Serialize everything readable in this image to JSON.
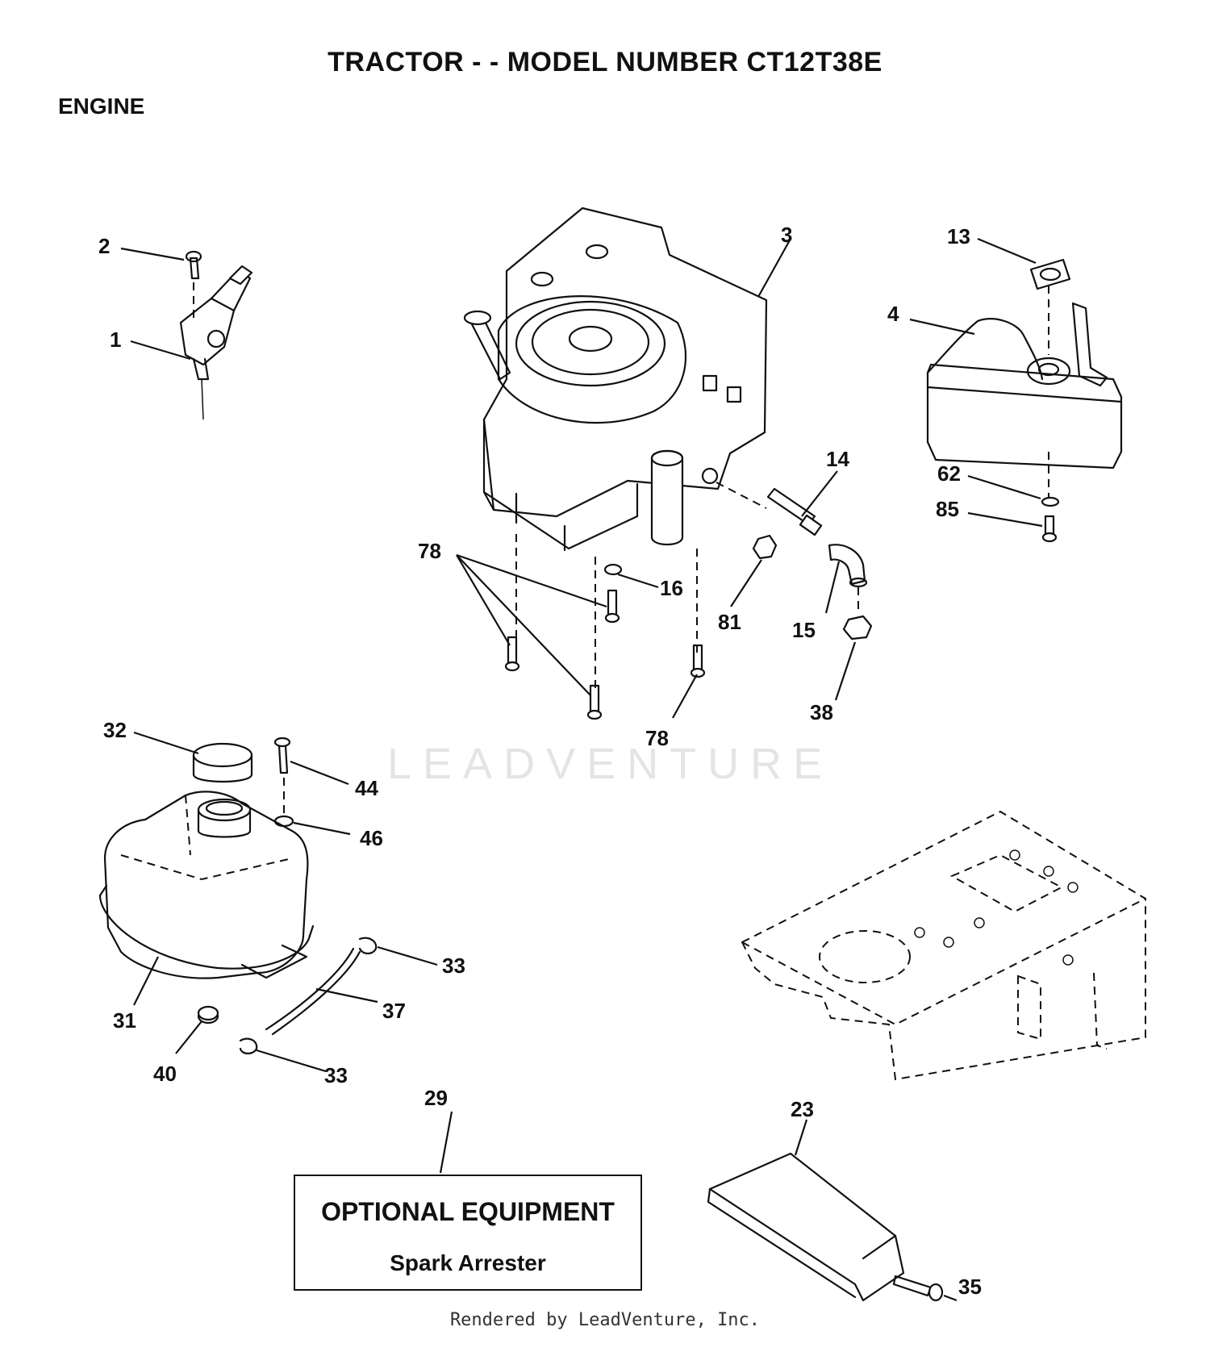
{
  "title": "TRACTOR - - MODEL NUMBER CT12T38E",
  "section": "ENGINE",
  "watermark": "LEADVENTURE",
  "optional_equipment": {
    "heading": "OPTIONAL EQUIPMENT",
    "item": "Spark Arrester"
  },
  "callouts": {
    "c1": "1",
    "c2": "2",
    "c3": "3",
    "c4": "4",
    "c13": "13",
    "c14": "14",
    "c15": "15",
    "c16": "16",
    "c23": "23",
    "c29": "29",
    "c31": "31",
    "c32": "32",
    "c33a": "33",
    "c33b": "33",
    "c35": "35",
    "c37": "37",
    "c38": "38",
    "c40": "40",
    "c44": "44",
    "c46": "46",
    "c62": "62",
    "c78a": "78",
    "c78b": "78",
    "c81": "81",
    "c85": "85"
  },
  "footer": "Rendered by LeadVenture, Inc."
}
